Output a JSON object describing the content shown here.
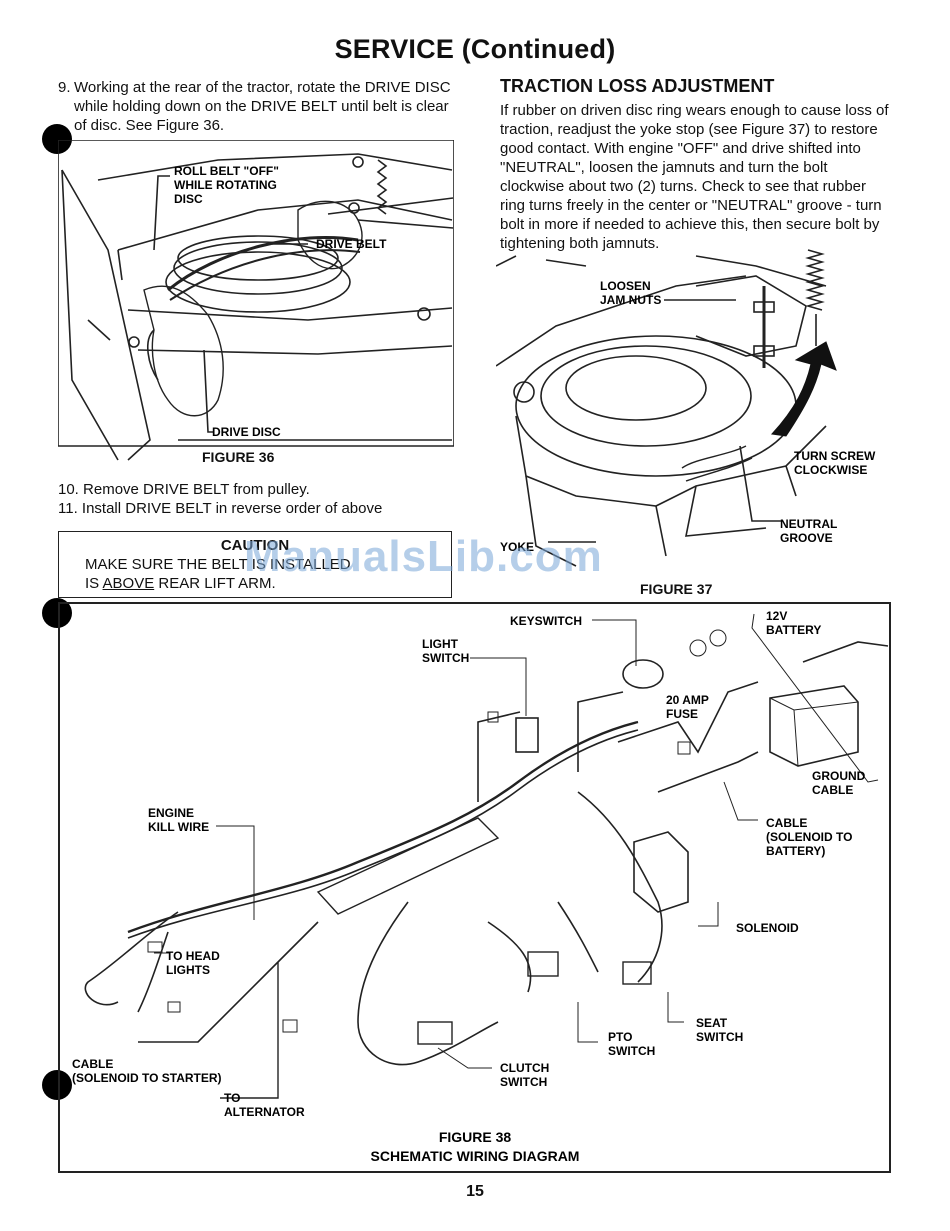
{
  "page": {
    "title": "SERVICE (Continued)",
    "page_number": "15",
    "watermark": "ManualsLib.com"
  },
  "left_column": {
    "step9_number": "9.",
    "step9_text": "Working at the rear of the tractor, rotate the DRIVE DISC while holding down on the DRIVE BELT until belt is clear of disc. See Figure 36.",
    "figure36": {
      "caption": "FIGURE 36",
      "label_roll_belt": [
        "ROLL BELT \"OFF\"",
        "WHILE ROTATING",
        "DISC"
      ],
      "label_drive_belt": "DRIVE BELT",
      "label_drive_disc": "DRIVE DISC"
    },
    "step10": "10. Remove DRIVE BELT from pulley.",
    "step11": "11. Install DRIVE BELT in reverse order of above",
    "caution": {
      "title": "CAUTION",
      "line1": "MAKE SURE THE BELT IS INSTALLED",
      "line2_prefix": "IS ",
      "line2_underlined": "ABOVE",
      "line2_suffix": " REAR LIFT ARM."
    }
  },
  "right_column": {
    "heading": "TRACTION LOSS ADJUSTMENT",
    "paragraph": "If rubber on driven disc ring wears enough to cause loss of traction, readjust the yoke stop (see Figure 37) to restore good contact. With engine \"OFF\" and drive shifted into \"NEUTRAL\", loosen the jamnuts and turn the bolt clockwise about two (2) turns. Check to see that rubber ring turns freely in the center or \"NEUTRAL\" groove - turn bolt in more if needed to achieve this, then secure bolt by tightening both jamnuts.",
    "figure37": {
      "caption": "FIGURE 37",
      "label_loosen": [
        "LOOSEN",
        "JAM NUTS"
      ],
      "label_turn_screw": [
        "TURN SCREW",
        "CLOCKWISE"
      ],
      "label_neutral": [
        "NEUTRAL",
        "GROOVE"
      ],
      "label_yoke": "YOKE"
    }
  },
  "figure38": {
    "caption": "FIGURE 38",
    "subtitle": "SCHEMATIC WIRING DIAGRAM",
    "labels": {
      "keyswitch": "KEYSWITCH",
      "light_switch": [
        "LIGHT",
        "SWITCH"
      ],
      "battery": [
        "12V",
        "BATTERY"
      ],
      "fuse": [
        "20 AMP",
        "FUSE"
      ],
      "ground_cable": [
        "GROUND",
        "CABLE"
      ],
      "cable_solenoid_battery": [
        "CABLE",
        "(SOLENOID TO",
        "BATTERY)"
      ],
      "engine_kill": [
        "ENGINE",
        "KILL WIRE"
      ],
      "solenoid": "SOLENOID",
      "head_lights": [
        "TO HEAD",
        "LIGHTS"
      ],
      "seat_switch": [
        "SEAT",
        "SWITCH"
      ],
      "pto_switch": [
        "PTO",
        "SWITCH"
      ],
      "clutch_switch": [
        "CLUTCH",
        "SWITCH"
      ],
      "cable_starter": [
        "CABLE",
        "(SOLENOID TO STARTER)"
      ],
      "alternator": [
        "TO",
        "ALTERNATOR"
      ]
    }
  }
}
